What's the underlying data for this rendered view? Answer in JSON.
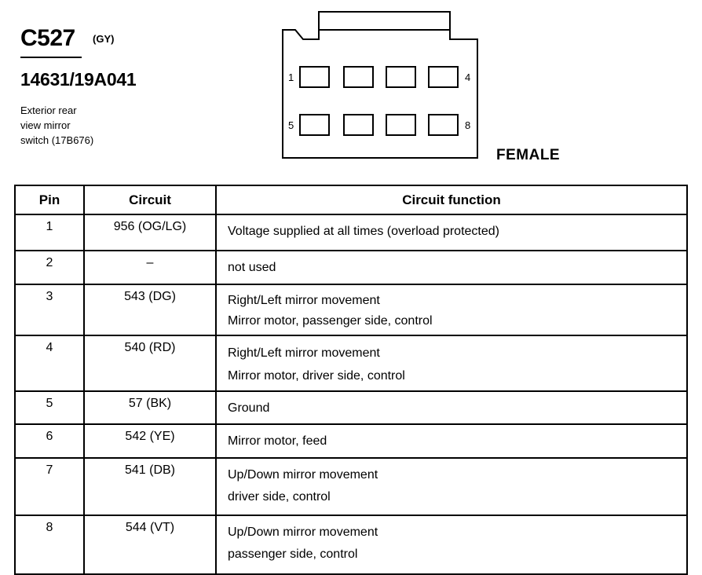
{
  "connector": {
    "code": "C527",
    "color": "(GY)",
    "part_number": "14631/19A041",
    "description_lines": [
      "Exterior rear",
      "view mirror",
      "switch (17B676)"
    ],
    "gender": "FEMALE",
    "pin_labels": {
      "top_left": "1",
      "top_right": "4",
      "bottom_left": "5",
      "bottom_right": "8"
    }
  },
  "table": {
    "headers": {
      "pin": "Pin",
      "circuit": "Circuit",
      "function": "Circuit function"
    },
    "rows": [
      {
        "pin": "1",
        "circuit": "956 (OG/LG)",
        "function": [
          "Voltage supplied at all times (overload protected)"
        ]
      },
      {
        "pin": "2",
        "circuit": "–",
        "function": [
          "not used"
        ]
      },
      {
        "pin": "3",
        "circuit": "543 (DG)",
        "function": [
          "Right/Left mirror movement",
          "Mirror motor, passenger side, control"
        ]
      },
      {
        "pin": "4",
        "circuit": "540 (RD)",
        "function": [
          "Right/Left mirror movement",
          "Mirror motor, driver side, control"
        ]
      },
      {
        "pin": "5",
        "circuit": "57 (BK)",
        "function": [
          "Ground"
        ]
      },
      {
        "pin": "6",
        "circuit": "542 (YE)",
        "function": [
          "Mirror motor, feed"
        ]
      },
      {
        "pin": "7",
        "circuit": "541 (DB)",
        "function": [
          "Up/Down mirror movement",
          "driver side, control"
        ]
      },
      {
        "pin": "8",
        "circuit": "544 (VT)",
        "function": [
          "Up/Down mirror movement",
          "passenger side, control"
        ]
      }
    ]
  }
}
